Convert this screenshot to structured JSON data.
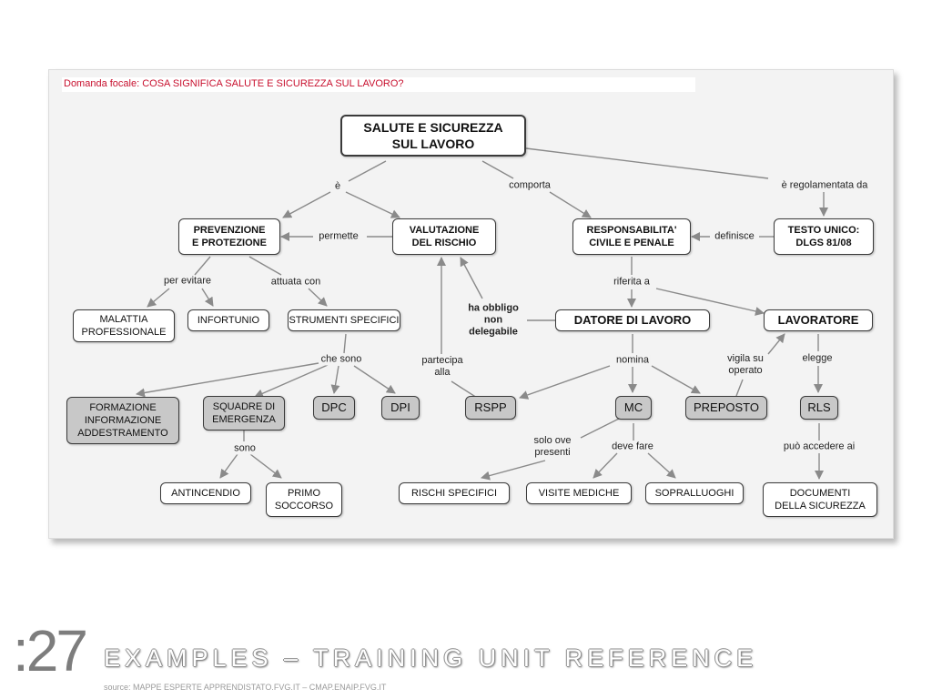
{
  "focal_question": "Domanda focale: COSA SIGNIFICA SALUTE E SICUREZZA SUL LAVORO?",
  "nodes": {
    "salute": "SALUTE E SICUREZZA\nSUL LAVORO",
    "prevenzione": "PREVENZIONE\nE PROTEZIONE",
    "valutazione": "VALUTAZIONE\nDEL RISCHIO",
    "responsabilita": "RESPONSABILITA'\nCIVILE E PENALE",
    "testo_unico": "TESTO UNICO:\nDLGS 81/08",
    "malattia": "MALATTIA\nPROFESSIONALE",
    "infortunio": "INFORTUNIO",
    "strumenti": "STRUMENTI SPECIFICI",
    "datore": "DATORE DI LAVORO",
    "lavoratore": "LAVORATORE",
    "formazione": "FORMAZIONE\nINFORMAZIONE\nADDESTRAMENTO",
    "squadre": "SQUADRE DI\nEMERGENZA",
    "dpc": "DPC",
    "dpi": "DPI",
    "rspp": "RSPP",
    "mc": "MC",
    "preposto": "PREPOSTO",
    "rls": "RLS",
    "antincendio": "ANTINCENDIO",
    "primo_soccorso": "PRIMO\nSOCCORSO",
    "rischi_specifici": "RISCHI SPECIFICI",
    "visite_mediche": "VISITE MEDICHE",
    "sopralluoghi": "SOPRALLUOGHI",
    "documenti": "DOCUMENTI\nDELLA SICUREZZA"
  },
  "links": {
    "e": "è",
    "comporta": "comporta",
    "regolamentata": "è regolamentata da",
    "permette": "permette",
    "definisce": "definisce",
    "per_evitare": "per evitare",
    "attuata_con": "attuata con",
    "riferita_a": "riferita a",
    "ha_obbligo": "ha obbligo\nnon\ndelegabile",
    "che_sono": "che sono",
    "partecipa": "partecipa\nalla",
    "nomina": "nomina",
    "vigila": "vigila su\noperato",
    "elegge": "elegge",
    "sono": "sono",
    "solo_ove": "solo ove\npresenti",
    "deve_fare": "deve fare",
    "puo_accedere": "può accedere ai"
  },
  "colors": {
    "focal_text": "#c8102e",
    "node_fill": "#ffffff",
    "node_gray_fill": "#c8c8c8",
    "link_line": "#8a8a8a",
    "canvas_bg": "#f3f3f3"
  },
  "footer": {
    "slide_number": ":27",
    "title": "EXAMPLES – TRAINING UNIT REFERENCE",
    "source": "source: MAPPE ESPERTE APPRENDISTATO.FVG.IT – CMAP.ENAIP.FVG.IT"
  }
}
